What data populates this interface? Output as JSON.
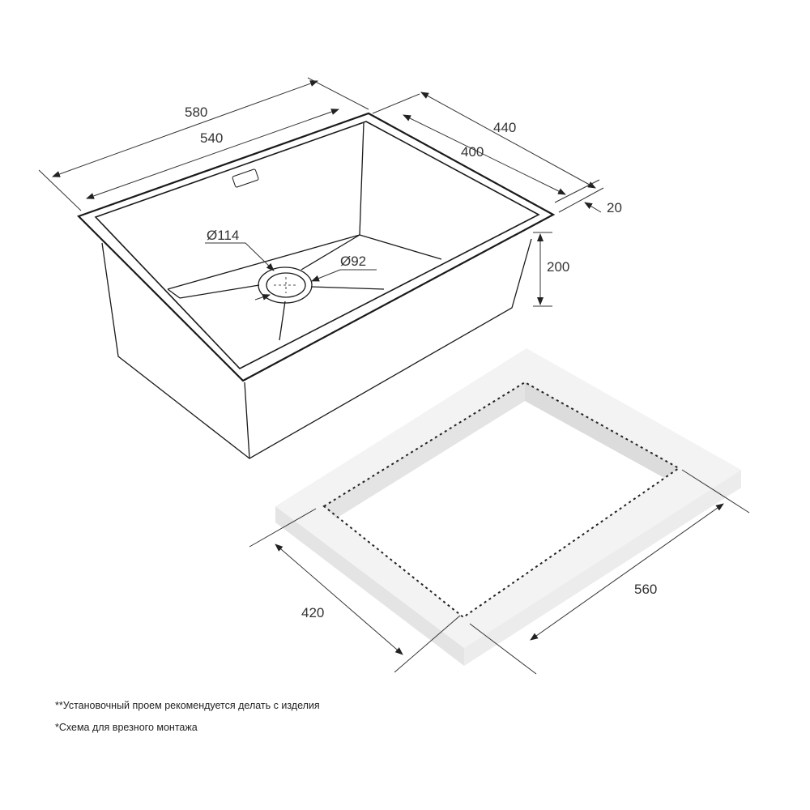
{
  "dimensions": {
    "overall_length": "580",
    "bowl_length": "540",
    "overall_width": "440",
    "bowl_width": "400",
    "rim": "20",
    "depth": "200",
    "drain_outer": "Ø114",
    "drain_inner": "Ø92",
    "cutout_width": "420",
    "cutout_length": "560"
  },
  "notes": [
    "**Установочный проем рекомендуется делать с изделия",
    "*Схема для врезного монтажа"
  ],
  "colors": {
    "line": "#1a1a1a",
    "slab_top": "#f2f2f2",
    "slab_side": "#e2e2e2"
  }
}
